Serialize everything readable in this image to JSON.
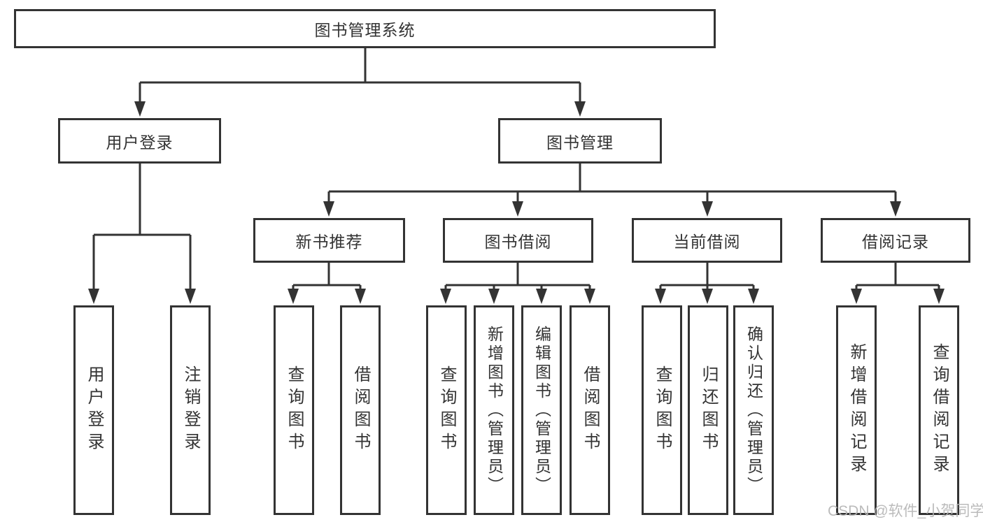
{
  "colors": {
    "line": "#333333",
    "box_border": "#333333",
    "text": "#333333",
    "background": "#ffffff",
    "watermark": "#b4b4b4"
  },
  "tree": {
    "label": "图书管理系统",
    "children": [
      {
        "label": "用户登录",
        "children": [
          {
            "label": "用户登录"
          },
          {
            "label": "注销登录"
          }
        ]
      },
      {
        "label": "图书管理",
        "children": [
          {
            "label": "新书推荐",
            "children": [
              {
                "label": "查询图书"
              },
              {
                "label": "借阅图书"
              }
            ]
          },
          {
            "label": "图书借阅",
            "children": [
              {
                "label": "查询图书"
              },
              {
                "label": "新增图书（管理员）"
              },
              {
                "label": "编辑图书（管理员）"
              },
              {
                "label": "借阅图书"
              }
            ]
          },
          {
            "label": "当前借阅",
            "children": [
              {
                "label": "查询图书"
              },
              {
                "label": "归还图书"
              },
              {
                "label": "确认归还（管理员）"
              }
            ]
          },
          {
            "label": "借阅记录",
            "children": [
              {
                "label": "新增借阅记录"
              },
              {
                "label": "查询借阅记录"
              }
            ]
          }
        ]
      }
    ]
  },
  "watermark": {
    "text": "CSDN @软件_小贺同学"
  }
}
